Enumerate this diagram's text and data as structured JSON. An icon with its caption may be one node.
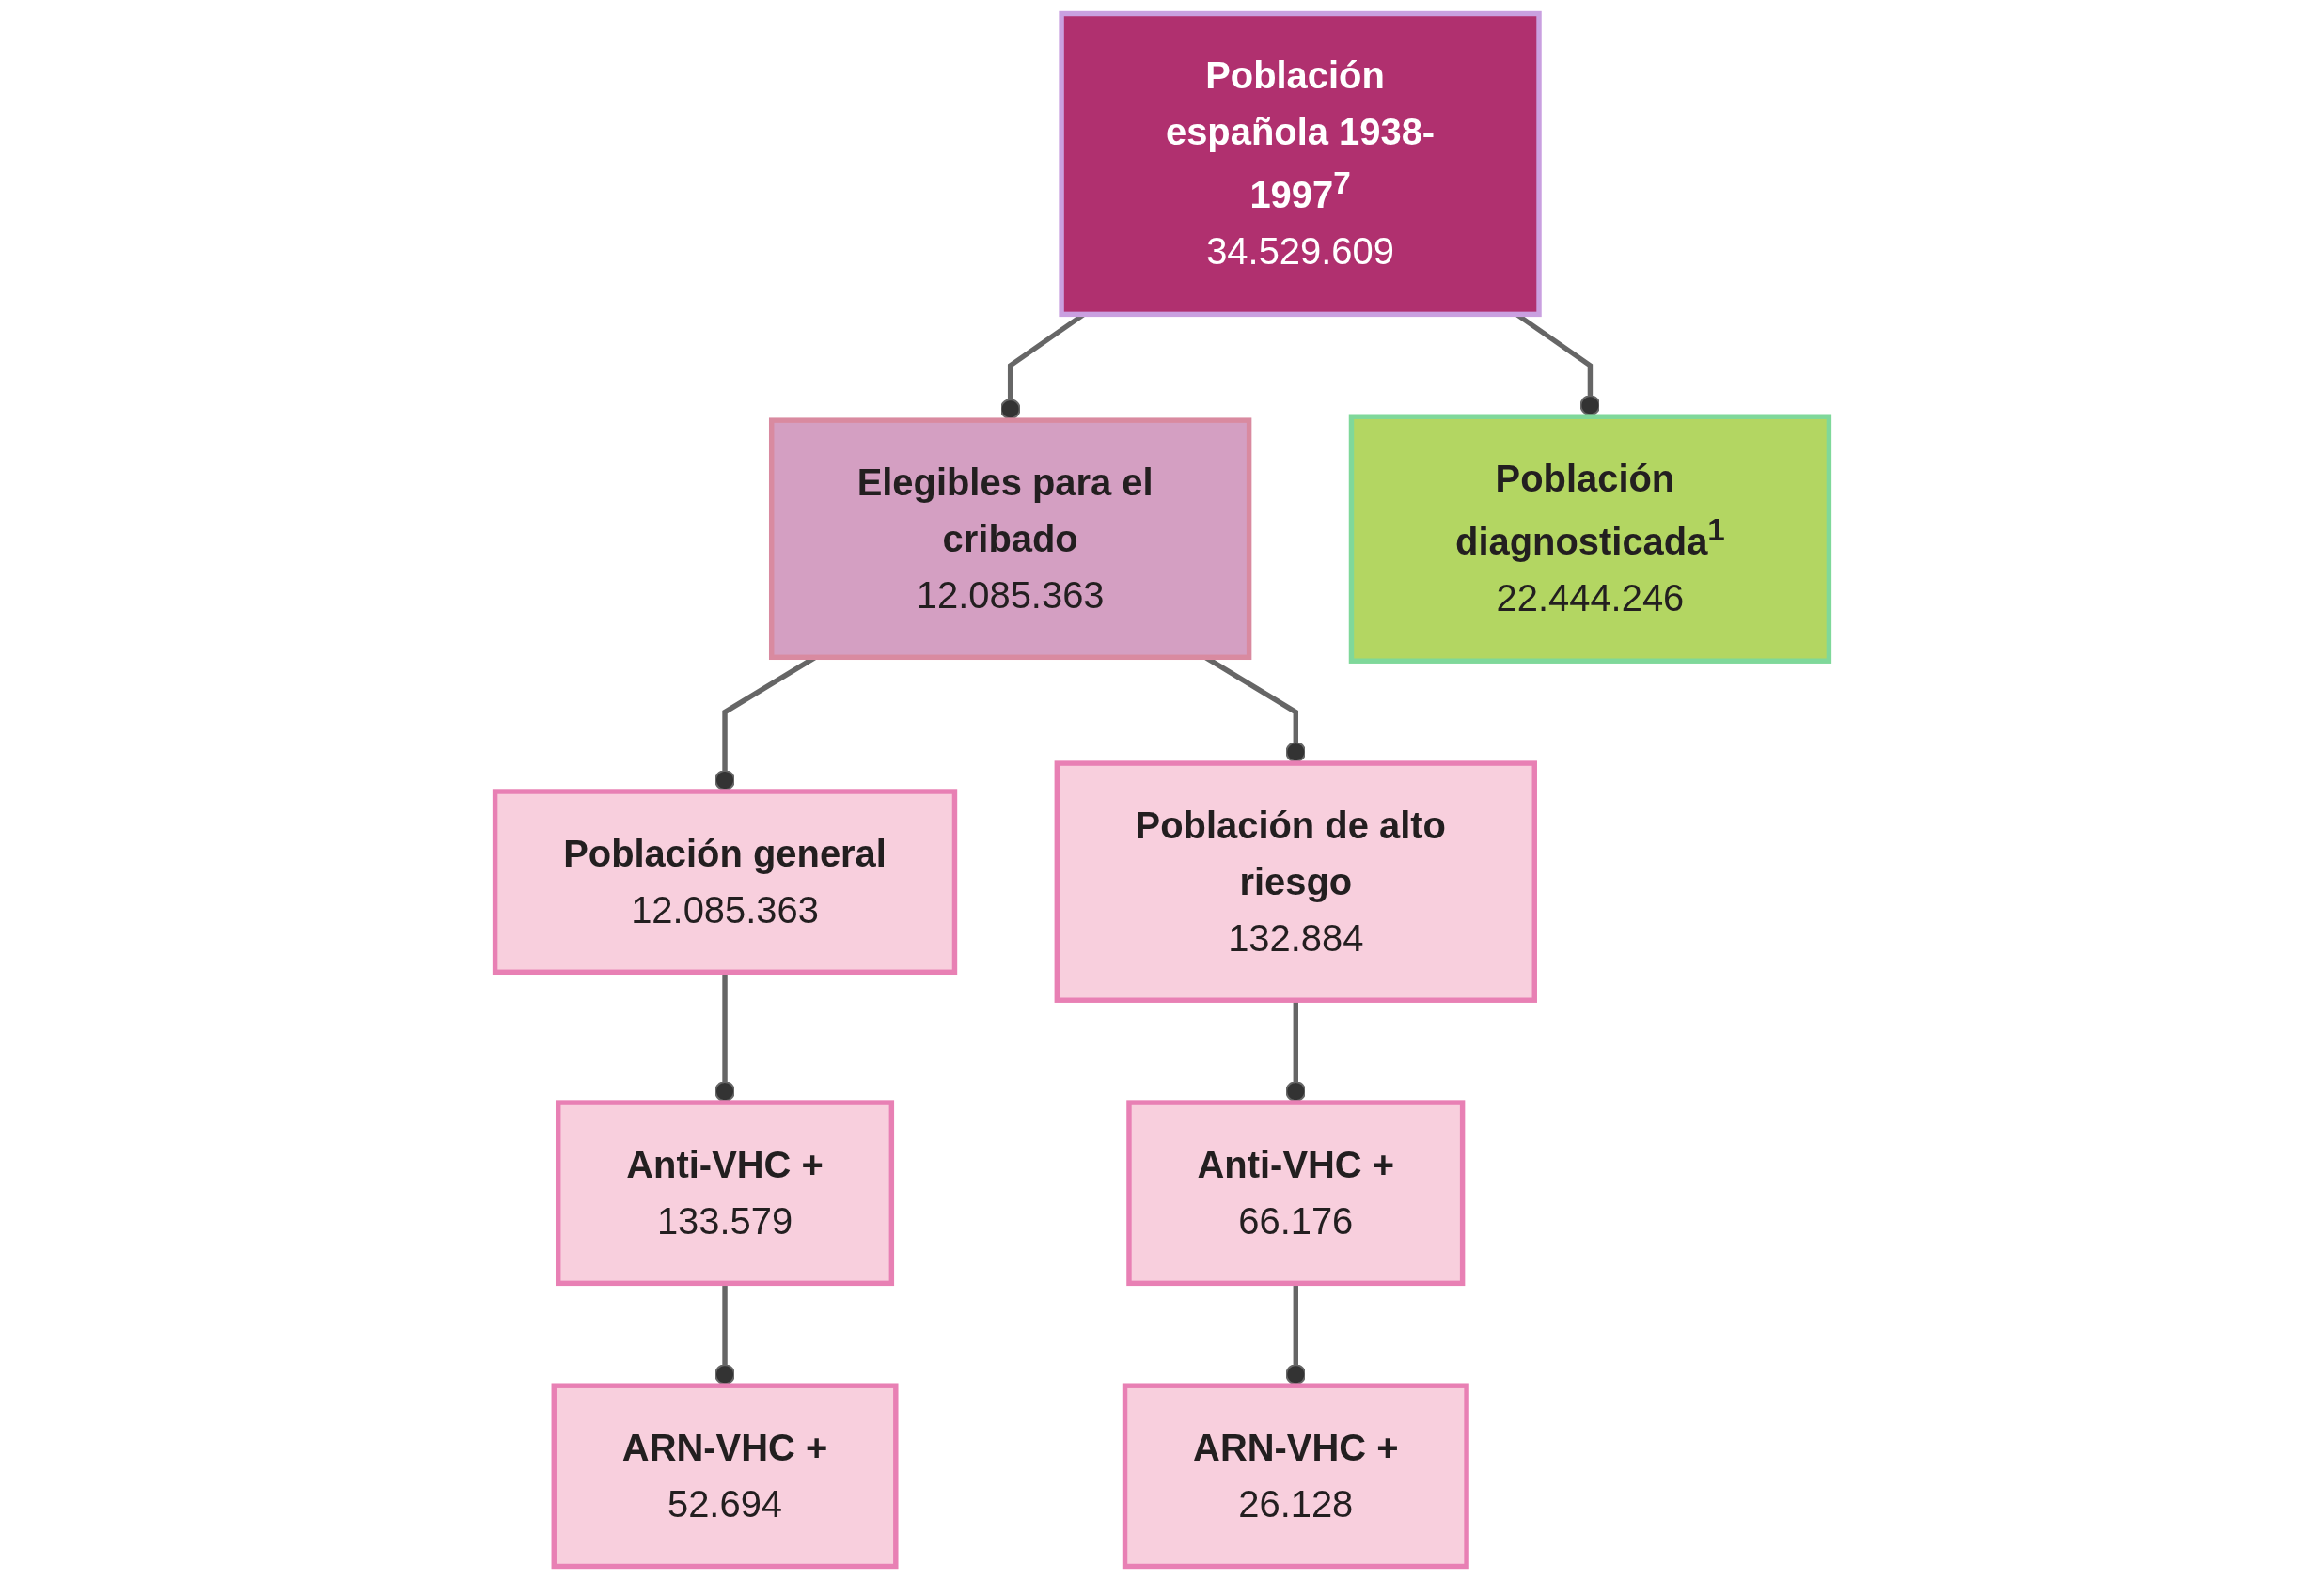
{
  "diagram": {
    "nodes": [
      {
        "text": [
          "Población española 1938-1997$^{7}$",
          "34.529.609"
        ]
      },
      {
        "text": [
          "Elegibles para el cribado",
          "12.085.363"
        ]
      },
      {
        "text": [
          "Población diagnosticada$^{1}$",
          "22.444.246"
        ]
      },
      {
        "text": [
          "Población general",
          "12.085.363"
        ]
      },
      {
        "text": [
          "Población de alto riesgo",
          "132.884"
        ]
      },
      {
        "text": [
          "Anti-VHC +",
          "133.579"
        ]
      },
      {
        "text": [
          "Anti-VHC +",
          "66.176"
        ]
      },
      {
        "text": [
          "ARN-VHC +",
          "52.694"
        ]
      },
      {
        "text": [
          "ARN-VHC +",
          "26.128"
        ]
      }
    ],
    "edges": [
      {
        "from": 0,
        "to": 1,
        "arrow": "other"
      },
      {
        "from": 0,
        "to": 2,
        "arrow": "other"
      },
      {
        "from": 1,
        "to": 3,
        "arrow": "other"
      },
      {
        "from": 1,
        "to": 4,
        "arrow": "other"
      },
      {
        "from": 3,
        "to": 5,
        "arrow": "other"
      },
      {
        "from": 4,
        "to": 6,
        "arrow": "other"
      },
      {
        "from": 5,
        "to": 7,
        "arrow": "other"
      },
      {
        "from": 6,
        "to": 8,
        "arrow": "other"
      }
    ]
  }
}
